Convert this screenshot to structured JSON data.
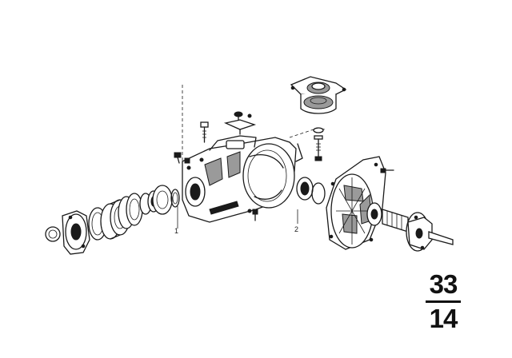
{
  "callouts": {
    "part_1": "1",
    "part_2": "2"
  },
  "page_code": {
    "group": "33",
    "sheet": "14"
  },
  "colors": {
    "ink": "#1a1a1a",
    "background": "#ffffff"
  }
}
